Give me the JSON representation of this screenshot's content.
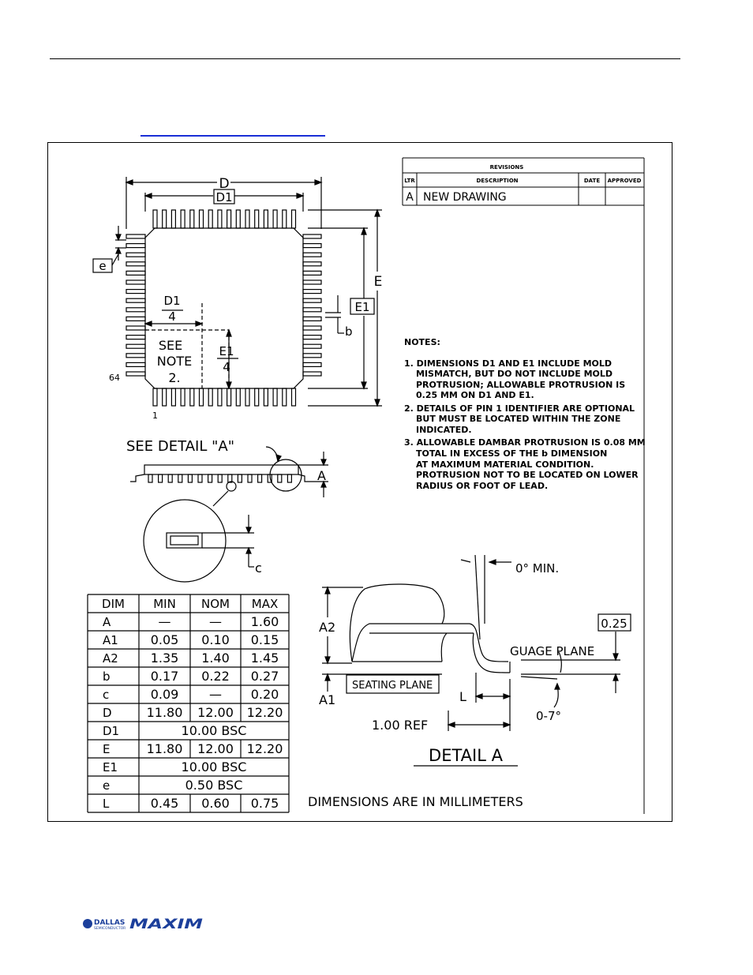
{
  "revisions": {
    "title": "REVISIONS",
    "headers": [
      "LTR",
      "DESCRIPTION",
      "DATE",
      "APPROVED"
    ],
    "row": {
      "ltr": "A",
      "description": "NEW DRAWING",
      "date": "",
      "approved": ""
    }
  },
  "top_view": {
    "labels": {
      "D": "D",
      "D1": "D1",
      "E": "E",
      "E1": "E1",
      "e": "e",
      "b": "b"
    },
    "quarter_d": {
      "num": "D1",
      "den": "4"
    },
    "quarter_e": {
      "num": "E1",
      "den": "4"
    },
    "see_note": [
      "SEE",
      "NOTE",
      "2."
    ],
    "pin64": "64",
    "pin1": "1"
  },
  "side_view": {
    "see_detail": "SEE DETAIL \"A\"",
    "A": "A",
    "c": "c"
  },
  "notes": {
    "title": "NOTES:",
    "items": [
      [
        "1. DIMENSIONS D1 AND E1 INCLUDE MOLD",
        "MISMATCH, BUT DO NOT INCLUDE MOLD",
        "PROTRUSION; ALLOWABLE PROTRUSION IS",
        "0.25 MM ON D1 AND E1."
      ],
      [
        "2. DETAILS OF PIN 1 IDENTIFIER ARE OPTIONAL",
        "BUT MUST BE LOCATED WITHIN THE ZONE",
        "INDICATED."
      ],
      [
        "3. ALLOWABLE DAMBAR PROTRUSION IS 0.08 MM",
        "TOTAL IN EXCESS OF THE b DIMENSION",
        "AT MAXIMUM MATERIAL CONDITION.",
        "PROTRUSION NOT TO BE LOCATED ON LOWER",
        "RADIUS OR FOOT OF LEAD."
      ]
    ]
  },
  "detail_a": {
    "title": "DETAIL A",
    "min_angle": "0° MIN.",
    "gauge_value": "0.25",
    "gauge_plane": "GUAGE PLANE",
    "seating_plane": "SEATING PLANE",
    "A2": "A2",
    "A1": "A1",
    "L": "L",
    "ref": "1.00 REF",
    "angle_range": "0-7°"
  },
  "dim_table": {
    "headers": [
      "DIM",
      "MIN",
      "NOM",
      "MAX"
    ],
    "rows": [
      [
        "A",
        "—",
        "—",
        "1.60"
      ],
      [
        "A1",
        "0.05",
        "0.10",
        "0.15"
      ],
      [
        "A2",
        "1.35",
        "1.40",
        "1.45"
      ],
      [
        "b",
        "0.17",
        "0.22",
        "0.27"
      ],
      [
        "c",
        "0.09",
        "—",
        "0.20"
      ],
      [
        "D",
        "11.80",
        "12.00",
        "12.20"
      ],
      [
        "D1",
        "10.00 BSC"
      ],
      [
        "E",
        "11.80",
        "12.00",
        "12.20"
      ],
      [
        "E1",
        "10.00 BSC"
      ],
      [
        "e",
        "0.50 BSC"
      ],
      [
        "L",
        "0.45",
        "0.60",
        "0.75"
      ]
    ]
  },
  "units_note": "DIMENSIONS ARE IN MILLIMETERS",
  "footer": {
    "logo_dallas": "DALLAS",
    "logo_semi": "SEMICONDUCTOR",
    "logo_maxim": "MAXIM"
  }
}
